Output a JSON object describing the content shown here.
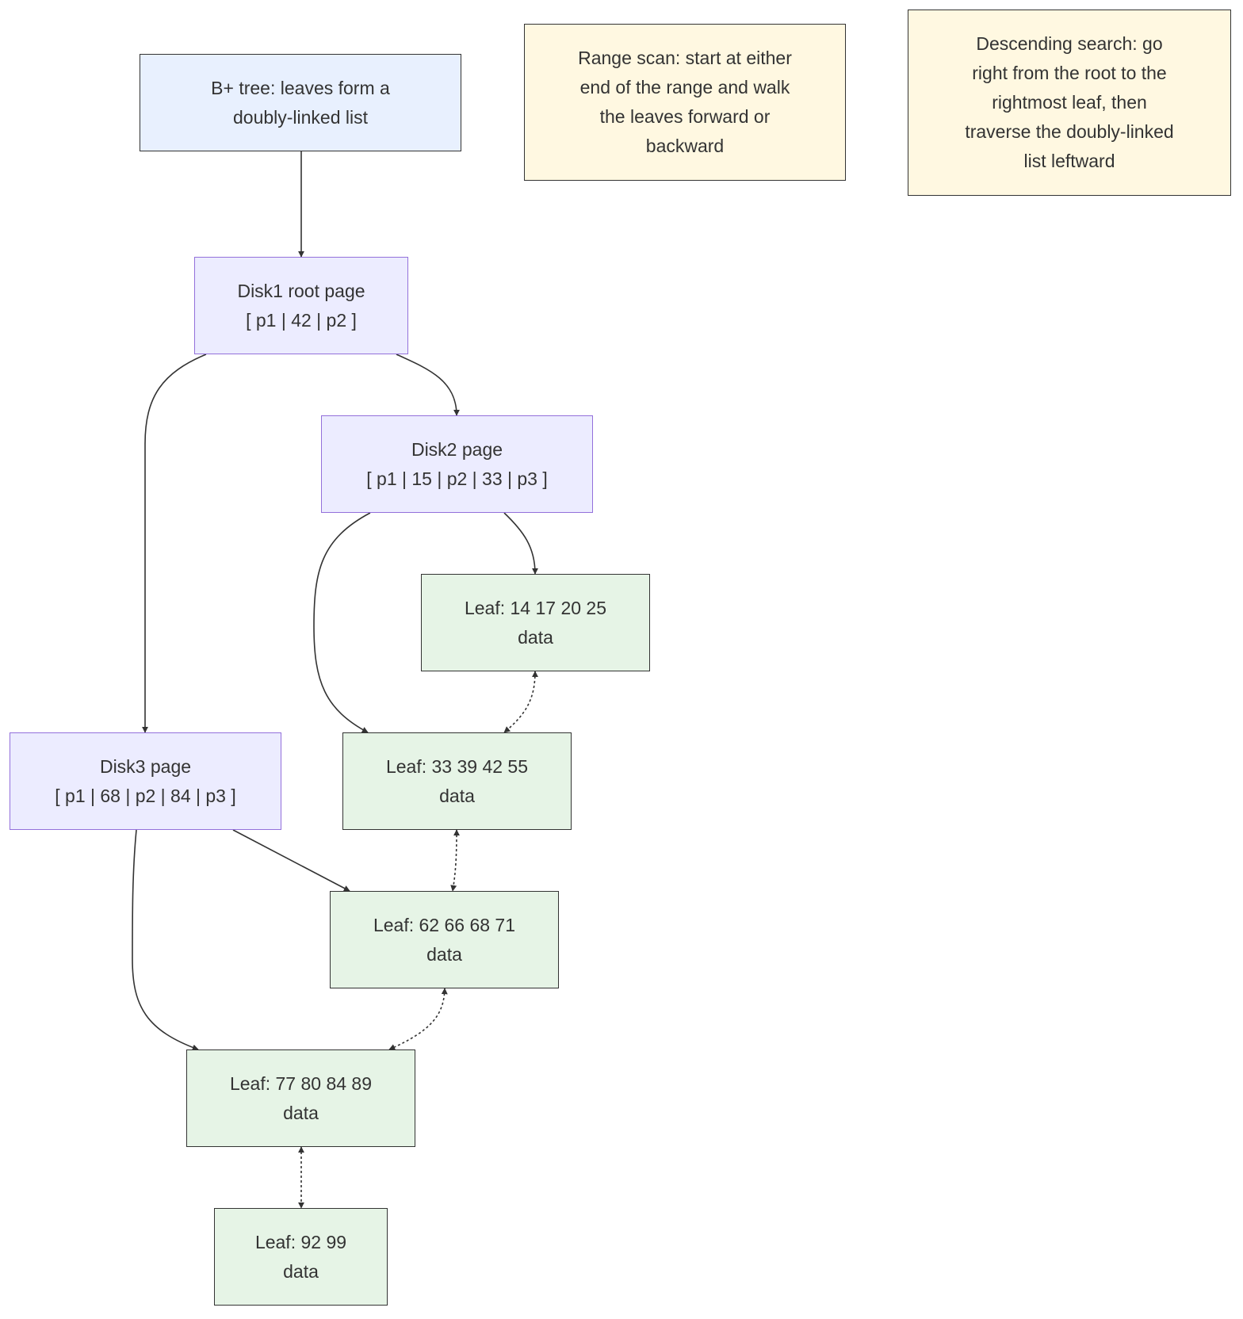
{
  "colors": {
    "root_note_fill": "#e8f0fe",
    "internal_fill": "#ececff",
    "internal_border": "#9370db",
    "leaf_fill": "#e6f4e6",
    "note_fill": "#fff8e1",
    "edge": "#333333",
    "text": "#333333"
  },
  "nodes": {
    "root_note": {
      "line1": "B+ tree: leaves form a",
      "line2": "doubly-linked list"
    },
    "range_note": {
      "lines": [
        "Range scan: start at either",
        "end of the range and walk",
        "the leaves forward or",
        "backward"
      ]
    },
    "desc_note": {
      "lines": [
        "Descending search: go",
        "right from the root to the",
        "rightmost leaf, then",
        "traverse the doubly-linked",
        "list leftward"
      ]
    },
    "disk1": {
      "title": "Disk1 root page",
      "keys": "[ p1 | 42 | p2 ]"
    },
    "disk2": {
      "title": "Disk2 page",
      "keys": "[ p1 | 15 | p2 | 33 | p3 ]"
    },
    "disk3": {
      "title": "Disk3 page",
      "keys": "[ p1 | 68 | p2 | 84 | p3 ]"
    },
    "leaf1": {
      "keys": "Leaf: 14 17 20 25",
      "payload": "data"
    },
    "leaf2": {
      "keys": "Leaf: 33 39 42 55",
      "payload": "data"
    },
    "leaf3": {
      "keys": "Leaf: 62 66 68 71",
      "payload": "data"
    },
    "leaf4": {
      "keys": "Leaf: 77 80 84 89",
      "payload": "data"
    },
    "leaf5": {
      "keys": "Leaf: 92 99",
      "payload": "data"
    }
  },
  "edges": [
    {
      "from": "root_note",
      "to": "disk1",
      "style": "solid"
    },
    {
      "from": "disk1",
      "to": "disk3",
      "style": "solid"
    },
    {
      "from": "disk1",
      "to": "disk2",
      "style": "solid"
    },
    {
      "from": "disk2",
      "to": "leaf2",
      "style": "solid"
    },
    {
      "from": "disk2",
      "to": "leaf1",
      "style": "solid"
    },
    {
      "from": "disk3",
      "to": "leaf4",
      "style": "solid"
    },
    {
      "from": "disk3",
      "to": "leaf3",
      "style": "solid"
    },
    {
      "from": "leaf1",
      "to": "leaf2",
      "style": "dotted",
      "bidirectional": true
    },
    {
      "from": "leaf2",
      "to": "leaf3",
      "style": "dotted",
      "bidirectional": true
    },
    {
      "from": "leaf3",
      "to": "leaf4",
      "style": "dotted",
      "bidirectional": true
    },
    {
      "from": "leaf4",
      "to": "leaf5",
      "style": "dotted",
      "bidirectional": true
    }
  ]
}
